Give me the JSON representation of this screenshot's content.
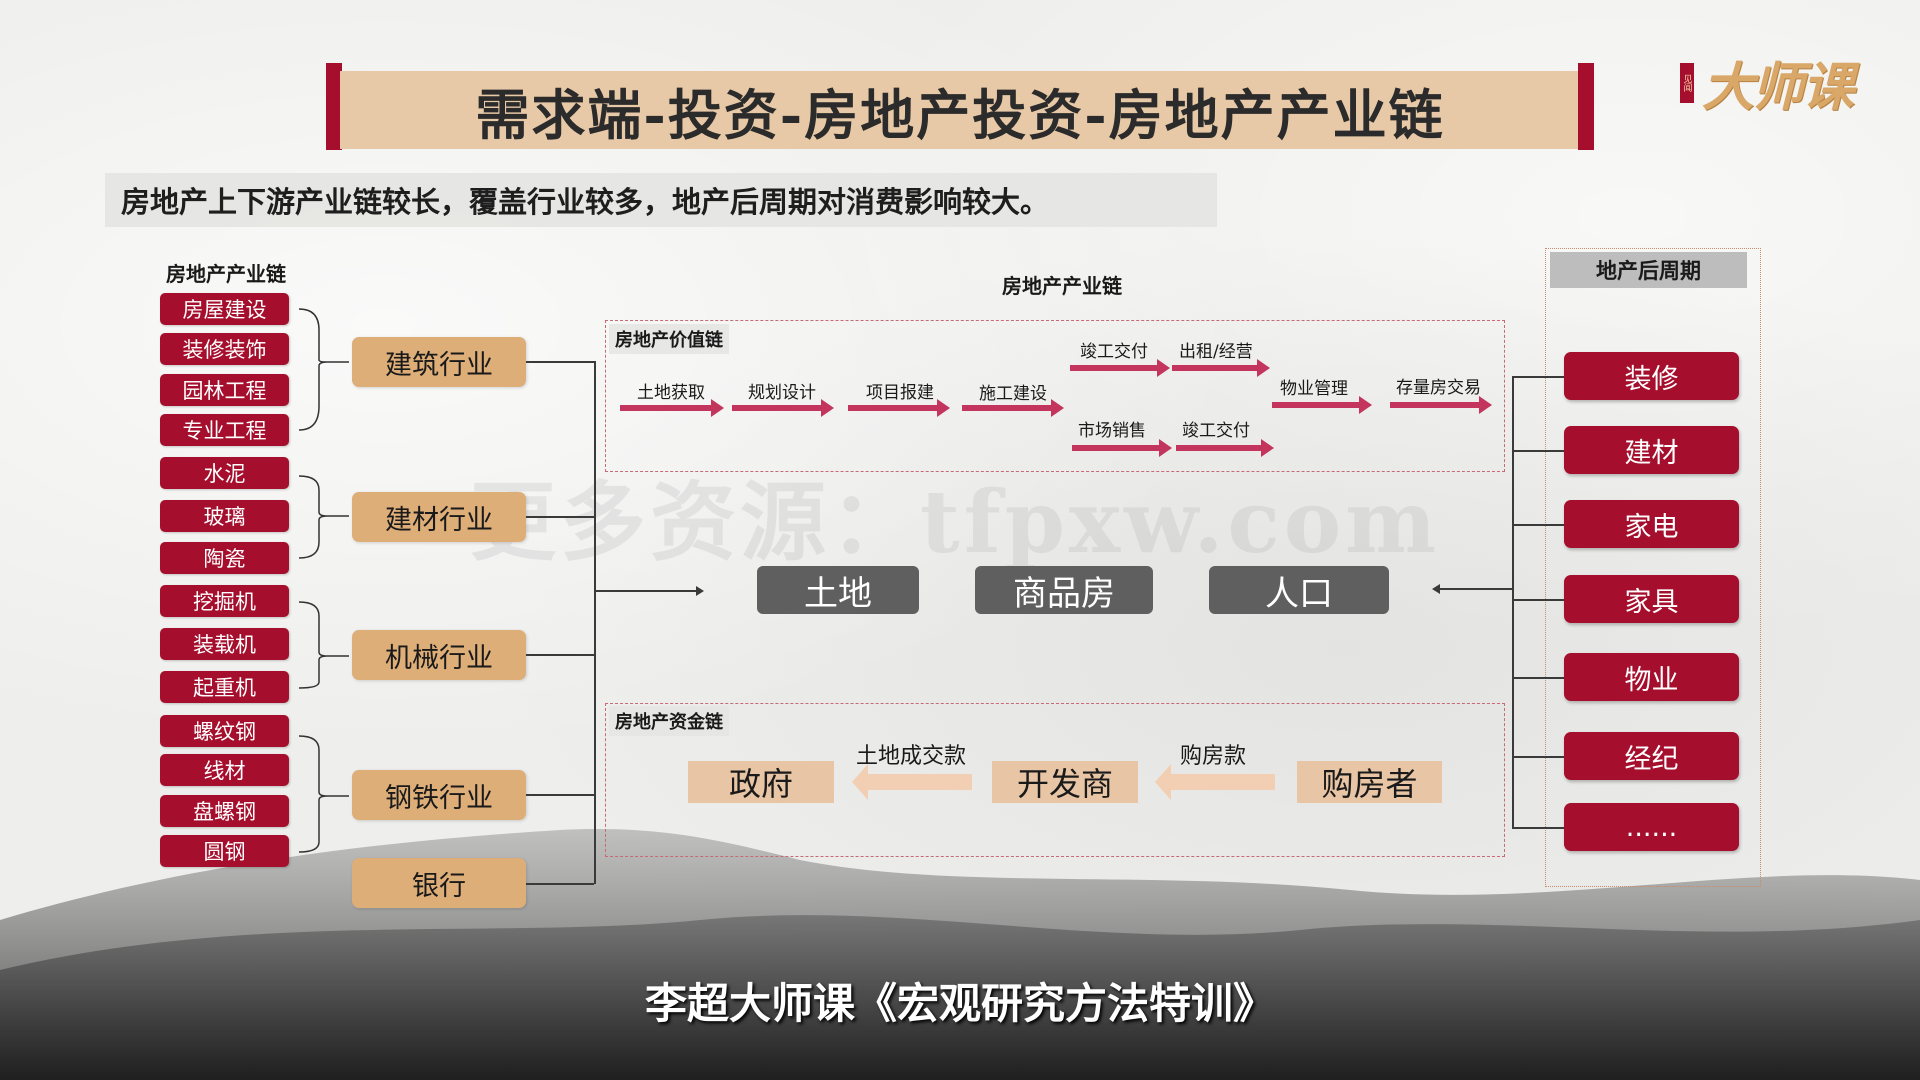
{
  "title": "需求端-投资-房地产投资-房地产产业链",
  "logo": {
    "seal": "见闻",
    "text": "大师课"
  },
  "subtitle": "房地产上下游产业链较长，覆盖行业较多，地产后周期对消费影响较大。",
  "watermark": "更多资源：tfpxw.com",
  "colors": {
    "red": "#a50f2d",
    "tan": "#deae79",
    "gray": "#5f5f5f",
    "arrow": "#c3355c",
    "title_bg": "#e8c9a7"
  },
  "left_chain": {
    "header": "房地产产业链",
    "groups": [
      {
        "industry": "建筑行业",
        "items": [
          "房屋建设",
          "装修装饰",
          "园林工程",
          "专业工程"
        ]
      },
      {
        "industry": "建材行业",
        "items": [
          "水泥",
          "玻璃",
          "陶瓷"
        ]
      },
      {
        "industry": "机械行业",
        "items": [
          "挖掘机",
          "装载机",
          "起重机"
        ]
      },
      {
        "industry": "钢铁行业",
        "items": [
          "螺纹钢",
          "线材",
          "盘螺钢",
          "圆钢"
        ]
      },
      {
        "industry": "银行",
        "items": []
      }
    ]
  },
  "center": {
    "header": "房地产产业链",
    "value_chain": {
      "title": "房地产价值链",
      "steps": [
        "土地获取",
        "规划设计",
        "项目报建",
        "施工建设"
      ],
      "upper_branch": [
        "竣工交付",
        "出租/经营"
      ],
      "lower_branch": [
        "市场销售",
        "竣工交付"
      ],
      "tail": [
        "物业管理",
        "存量房交易"
      ]
    },
    "core": [
      "土地",
      "商品房",
      "人口"
    ],
    "fund_chain": {
      "title": "房地产资金链",
      "entities": [
        "政府",
        "开发商",
        "购房者"
      ],
      "flows": [
        "土地成交款",
        "购房款"
      ]
    }
  },
  "right_panel": {
    "header": "地产后周期",
    "items": [
      "装修",
      "建材",
      "家电",
      "家具",
      "物业",
      "经纪",
      "......"
    ]
  },
  "footer": "李超大师课《宏观研究方法特训》"
}
